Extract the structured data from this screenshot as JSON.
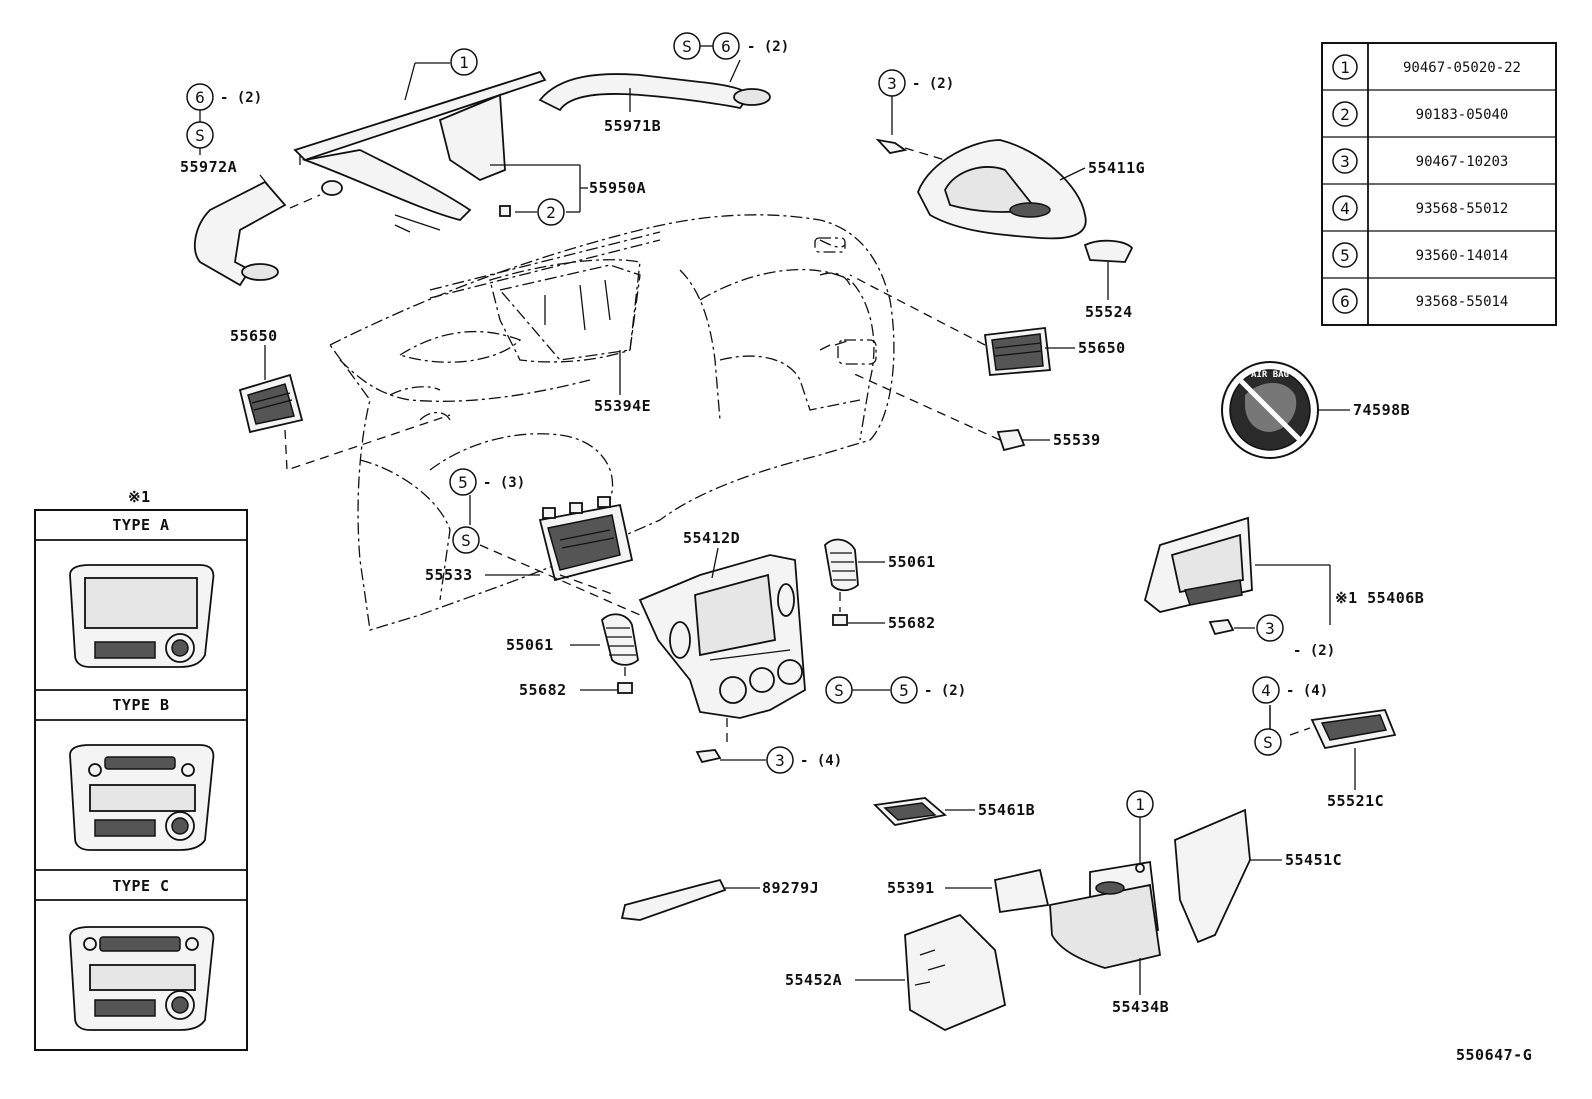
{
  "fastener_table": [
    {
      "key": "1",
      "part_no": "90467-05020-22"
    },
    {
      "key": "2",
      "part_no": "90183-05040"
    },
    {
      "key": "3",
      "part_no": "90467-10203"
    },
    {
      "key": "4",
      "part_no": "93568-55012"
    },
    {
      "key": "5",
      "part_no": "93560-14014"
    },
    {
      "key": "6",
      "part_no": "93568-55014"
    }
  ],
  "symbols": {
    "s": "S",
    "ref_mark": "※1"
  },
  "callouts": {
    "c1_top": "1",
    "c6_top": "6",
    "q6_top": "- (2)",
    "c6_left": "6",
    "q6_left": "- (2)",
    "c2": "2",
    "c3_top": "3",
    "q3_top": "- (2)",
    "c5_left": "5",
    "q5_left": "- (3)",
    "c5_right": "5",
    "q5_right": "- (2)",
    "c3_bottom": "3",
    "q3_bottom": "- (4)",
    "c3_right": "3",
    "q3_right": "- (2)",
    "c4_right": "4",
    "q4_right": "- (4)",
    "c1_bottom": "1"
  },
  "parts": {
    "p55972A": "55972A",
    "p55971B": "55971B",
    "p55950A": "55950A",
    "p55411G": "55411G",
    "p55524": "55524",
    "p55650_left": "55650",
    "p55650_right": "55650",
    "p55394E": "55394E",
    "p55539": "55539",
    "p74598B": "74598B",
    "p55533": "55533",
    "p55412D": "55412D",
    "p55061_right": "55061",
    "p55682_right": "55682",
    "p55061_left": "55061",
    "p55682_left": "55682",
    "p55406B": "※1 55406B",
    "p55521C": "55521C",
    "p55461B": "55461B",
    "p89279J": "89279J",
    "p55391": "55391",
    "p55451C": "55451C",
    "p55452A": "55452A",
    "p55434B": "55434B"
  },
  "airbag_text": "AIR BAG",
  "types": {
    "a": "TYPE A",
    "b": "TYPE B",
    "c": "TYPE C"
  },
  "drawing_code": "550647-G"
}
